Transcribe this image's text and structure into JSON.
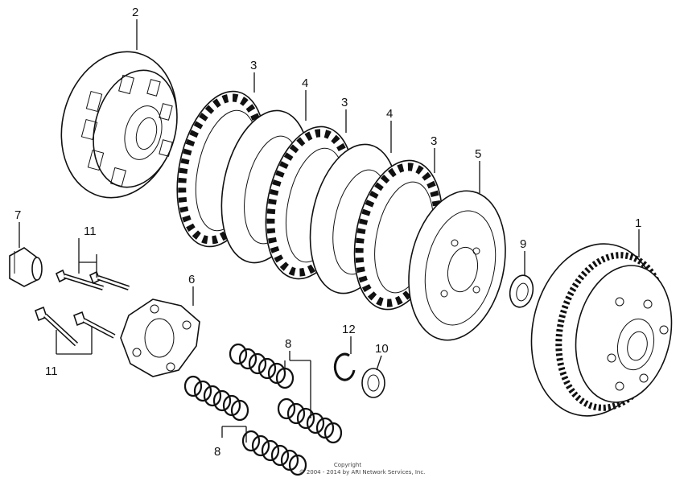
{
  "callouts": {
    "c1": "1",
    "c2": "2",
    "c3a": "3",
    "c3b": "3",
    "c3c": "3",
    "c4a": "4",
    "c4b": "4",
    "c5": "5",
    "c6": "6",
    "c7": "7",
    "c8a": "8",
    "c8b": "8",
    "c9": "9",
    "c10": "10",
    "c11a": "11",
    "c11b": "11",
    "c12": "12"
  },
  "copyright": {
    "line1": "Copyright",
    "line2": "© 2004 - 2014 by ARI Network Services, Inc."
  }
}
